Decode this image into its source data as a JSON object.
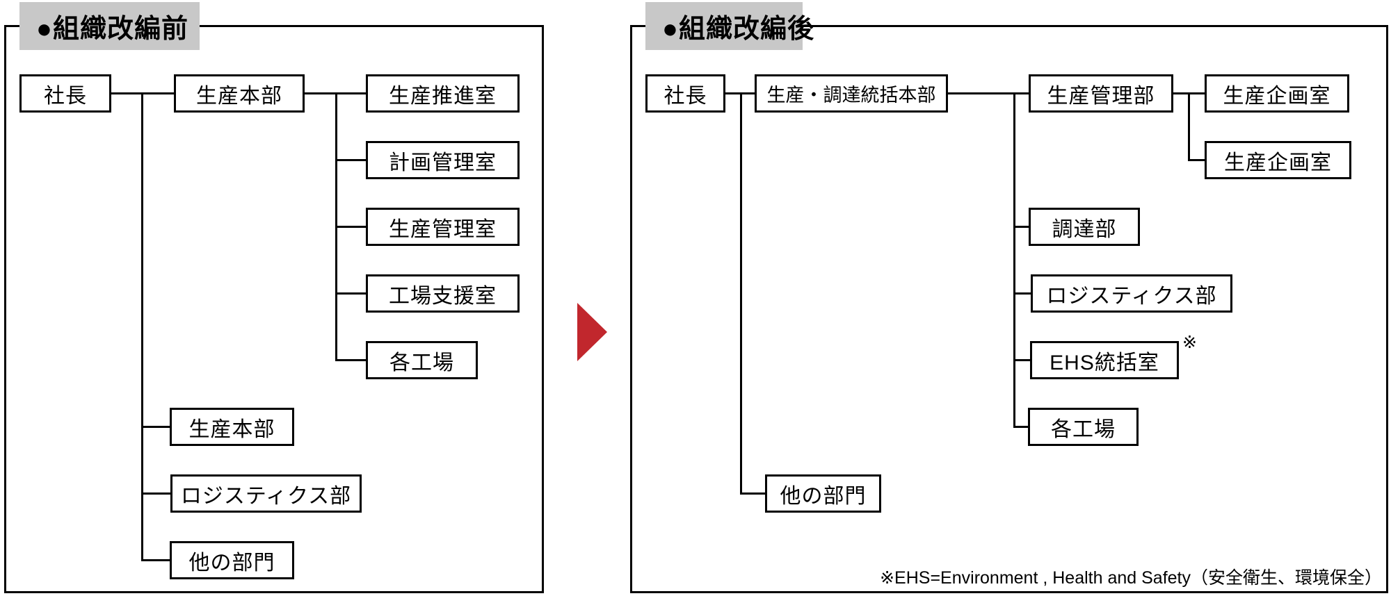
{
  "diagram": {
    "before": {
      "title": "●組織改編前",
      "president": "社長",
      "hq": "生産本部",
      "hq_children": [
        "生産推進室",
        "計画管理室",
        "生産管理室",
        "工場支援室",
        "各工場"
      ],
      "president_children": [
        "生産本部",
        "ロジスティクス部",
        "他の部門"
      ]
    },
    "after": {
      "title": "●組織改編後",
      "president": "社長",
      "hq": "生産・調達統括本部",
      "dept": "生産管理部",
      "dept_children": [
        "生産企画室",
        "生産企画室"
      ],
      "hq_children": [
        "調達部",
        "ロジスティクス部",
        "EHS統括室",
        "各工場"
      ],
      "president_children": [
        "他の部門"
      ],
      "ref_mark": "※",
      "footnote": "※EHS=Environment , Health and Safety（安全衛生、環境保全）"
    },
    "colors": {
      "header_bg": "#c8c8c8",
      "line": "#000000",
      "arrow_red": "#c1272d",
      "background": "#ffffff"
    }
  }
}
